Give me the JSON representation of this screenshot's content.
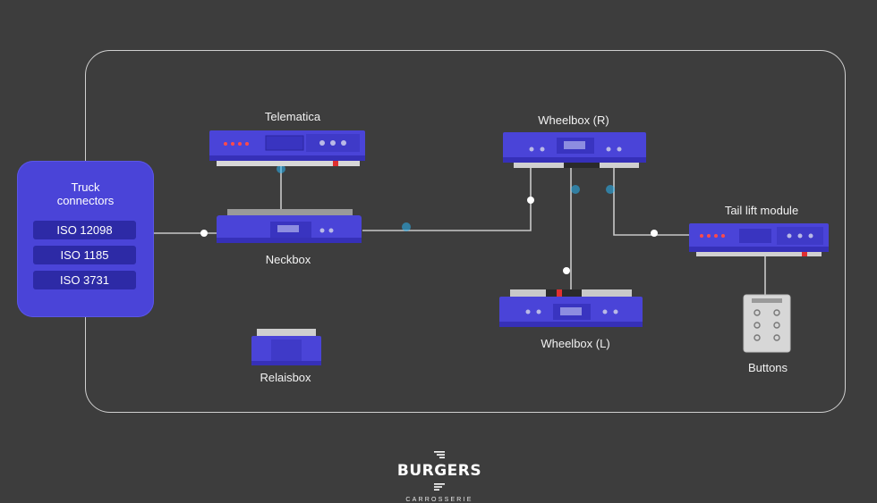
{
  "colors": {
    "background": "#3d3d3d",
    "module_blue": "#4a44d8",
    "wire": "#c8c8c8",
    "glow": "#29b6f6"
  },
  "truck": {
    "title": "Truck\nconnectors",
    "title_line1": "Truck",
    "title_line2": "connectors",
    "standards": [
      "ISO 12098",
      "ISO 1185",
      "ISO 3731"
    ]
  },
  "modules": {
    "telematica": "Telematica",
    "neckbox": "Neckbox",
    "wheelbox_r": "Wheelbox (R)",
    "wheelbox_l": "Wheelbox (L)",
    "tail_lift": "Tail lift module",
    "relaisbox": "Relaisbox",
    "buttons": "Buttons"
  },
  "logo": {
    "name": "BURGERS",
    "sub": "CARROSSERIE"
  }
}
